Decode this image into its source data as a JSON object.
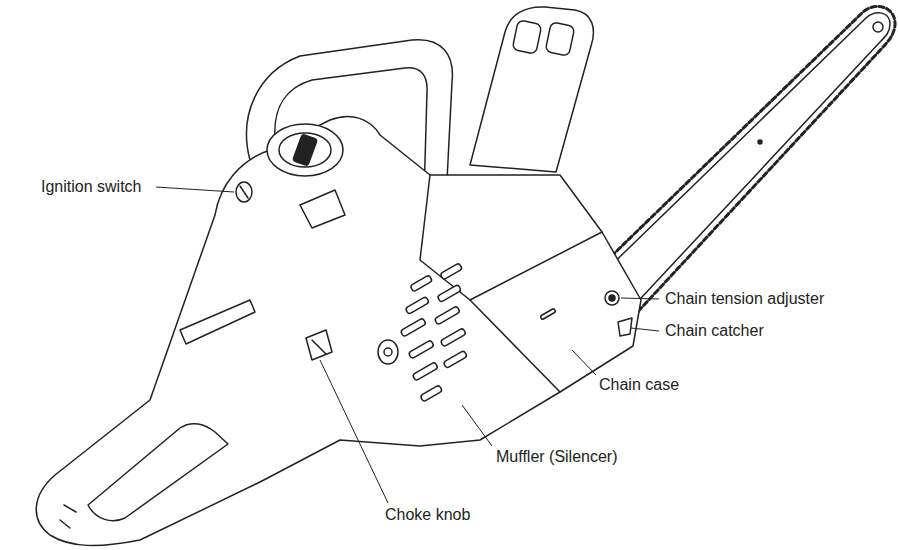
{
  "diagram": {
    "labels": [
      "Ignition switch",
      "Chain tension adjuster",
      "Chain catcher",
      "Chain case",
      "Muffler (Silencer)",
      "Choke knob"
    ]
  }
}
